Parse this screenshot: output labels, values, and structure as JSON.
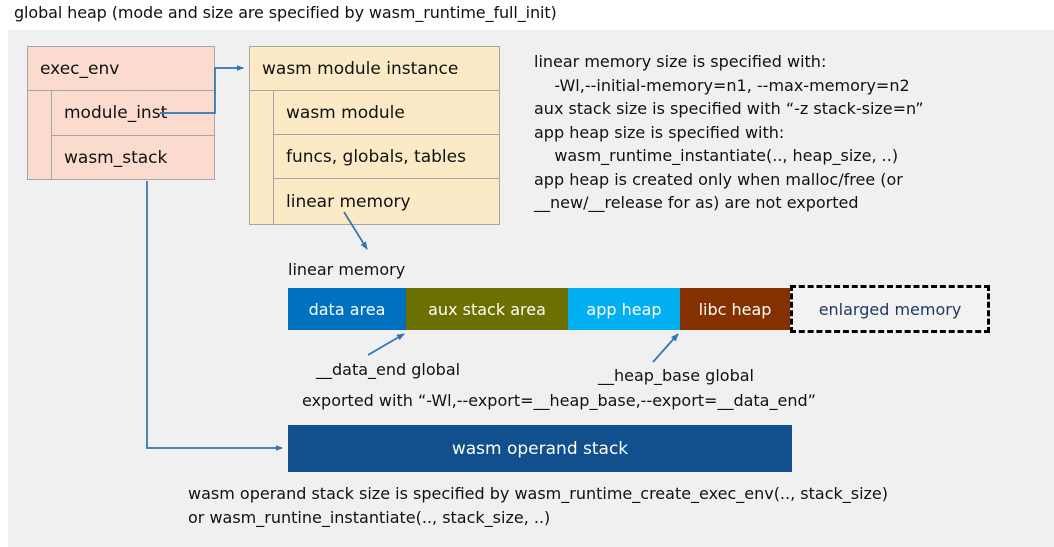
{
  "title": "global heap (mode and size are specified by wasm_runtime_full_init)",
  "colors": {
    "panel_bg": "#F0F0F0",
    "exec_env_fill": "#FBDBCD",
    "module_inst_fill": "#FCE9C6",
    "box_border": "#A6A6A6",
    "connector": "#2E75B6",
    "data_area": "#0070C0",
    "aux_stack_area": "#6B7000",
    "app_heap": "#00B0F0",
    "libc_heap": "#843000",
    "enlarged_memory_fill": "#F2F2F2",
    "enlarged_memory_text": "#1F3864",
    "operand_stack": "#11508C"
  },
  "exec_env": {
    "header": "exec_env",
    "rows": [
      {
        "label": "module_inst"
      },
      {
        "label": "wasm_stack"
      }
    ]
  },
  "module_instance": {
    "header": "wasm module instance",
    "rows": [
      {
        "label": "wasm module"
      },
      {
        "label": "funcs, globals, tables"
      },
      {
        "label": "linear memory"
      }
    ]
  },
  "notes": {
    "memory_spec": "linear memory size is specified with:\n    -Wl,--initial-memory=n1, --max-memory=n2\naux stack size is specified with “-z stack-size=n”\napp heap size is specified with:\n    wasm_runtime_instantiate(.., heap_size, ..)\napp heap is created only when malloc/free (or\n__new/__release for as) are not exported",
    "data_end_label": "__data_end global",
    "heap_base_label": "__heap_base global",
    "export_note": "exported with “-Wl,--export=__heap_base,--export=__data_end”",
    "operand_stack_note": "wasm operand stack size is specified by wasm_runtime_create_exec_env(.., stack_size)\nor wasm_runtine_instantiate(.., stack_size, ..)"
  },
  "linear_memory": {
    "label": "linear memory",
    "segments": [
      {
        "label": "data area",
        "color": "#0070C0"
      },
      {
        "label": "aux stack area",
        "color": "#6B7000"
      },
      {
        "label": "app heap",
        "color": "#00B0F0"
      },
      {
        "label": "libc heap",
        "color": "#843000"
      },
      {
        "label": "enlarged memory",
        "color": "#F2F2F2"
      }
    ]
  },
  "operand_stack": {
    "label": "wasm operand stack"
  }
}
